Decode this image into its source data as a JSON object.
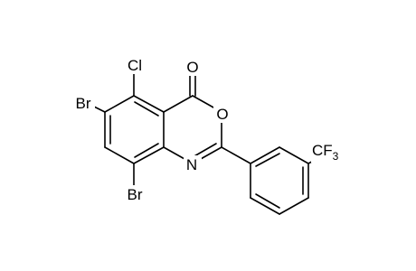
{
  "molecule": {
    "atoms": {
      "cl": "Cl",
      "o_carbonyl": "O",
      "o_ring": "O",
      "n_ring": "N",
      "br_top": "Br",
      "br_bottom": "Br",
      "cf3_main": "CF",
      "cf3_sub": "3"
    }
  }
}
